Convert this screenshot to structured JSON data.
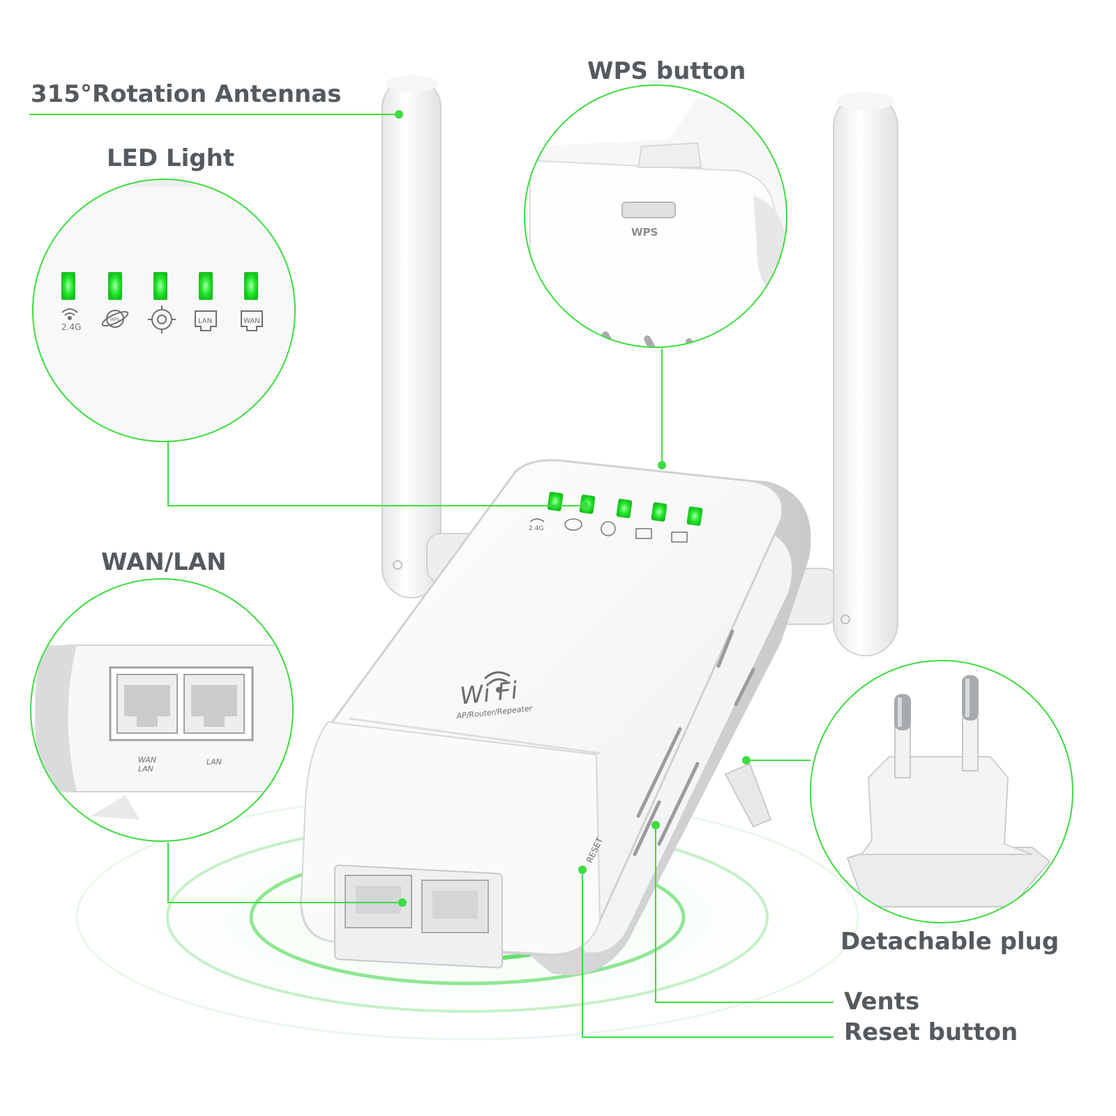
{
  "accent_color": "#3ddc40",
  "led_color": "#22e82a",
  "callouts": {
    "antennas": "315°Rotation Antennas",
    "wps": "WPS button",
    "led": "LED Light",
    "wanlan": "WAN/LAN",
    "plug": "Detachable plug",
    "vents": "Vents",
    "reset": "Reset button"
  },
  "device": {
    "brand_line1": "Wi  Fi",
    "brand_line2": "AP/Router/Repeater",
    "reset_label": "RESET",
    "wps_label": "WPS",
    "indicator_labels": {
      "wifi": "2.4G",
      "wps": "WPS",
      "lan": "LAN",
      "wan": "WAN"
    },
    "port_labels": {
      "wan_lan": "WAN\nLAN",
      "lan": "LAN"
    }
  }
}
